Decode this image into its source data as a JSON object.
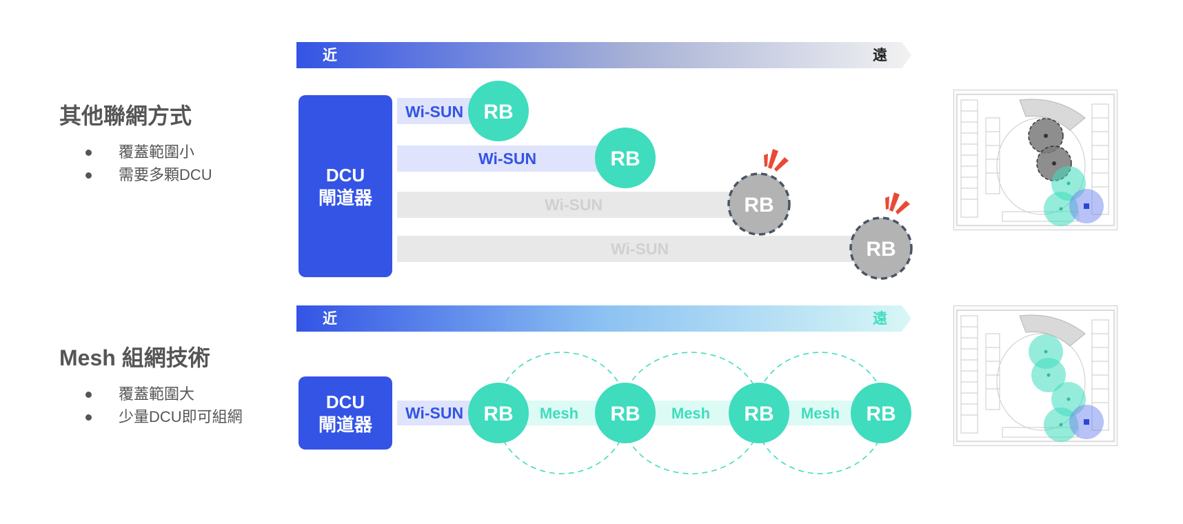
{
  "sections": [
    {
      "title": "其他聯網方式",
      "bullets": [
        "覆蓋範圍小",
        "需要多顆DCU"
      ],
      "distance": {
        "near": "近",
        "far": "遠"
      },
      "dcu": {
        "line1": "DCU",
        "line2": "閘道器"
      },
      "links": [
        {
          "label": "Wi-SUN",
          "node": "RB",
          "status": "connected"
        },
        {
          "label": "Wi-SUN",
          "node": "RB",
          "status": "connected"
        },
        {
          "label": "Wi-SUN",
          "node": "RB",
          "status": "failed"
        },
        {
          "label": "Wi-SUN",
          "node": "RB",
          "status": "failed"
        }
      ]
    },
    {
      "title": "Mesh 組網技術",
      "bullets": [
        "覆蓋範圍大",
        "少量DCU即可組網"
      ],
      "distance": {
        "near": "近",
        "far": "遠"
      },
      "dcu": {
        "line1": "DCU",
        "line2": "閘道器"
      },
      "chain_first_link": "Wi-SUN",
      "chain_links": [
        "Mesh",
        "Mesh",
        "Mesh"
      ],
      "nodes": [
        "RB",
        "RB",
        "RB",
        "RB"
      ]
    }
  ],
  "colors": {
    "dcu_blue": "#3354e5",
    "rb_teal": "#3fdcbd",
    "rb_failed": "#b3b3b3",
    "wisun_text": "#3354e5",
    "mesh_text": "#3fdcbd",
    "alert_red": "#e94a35"
  }
}
